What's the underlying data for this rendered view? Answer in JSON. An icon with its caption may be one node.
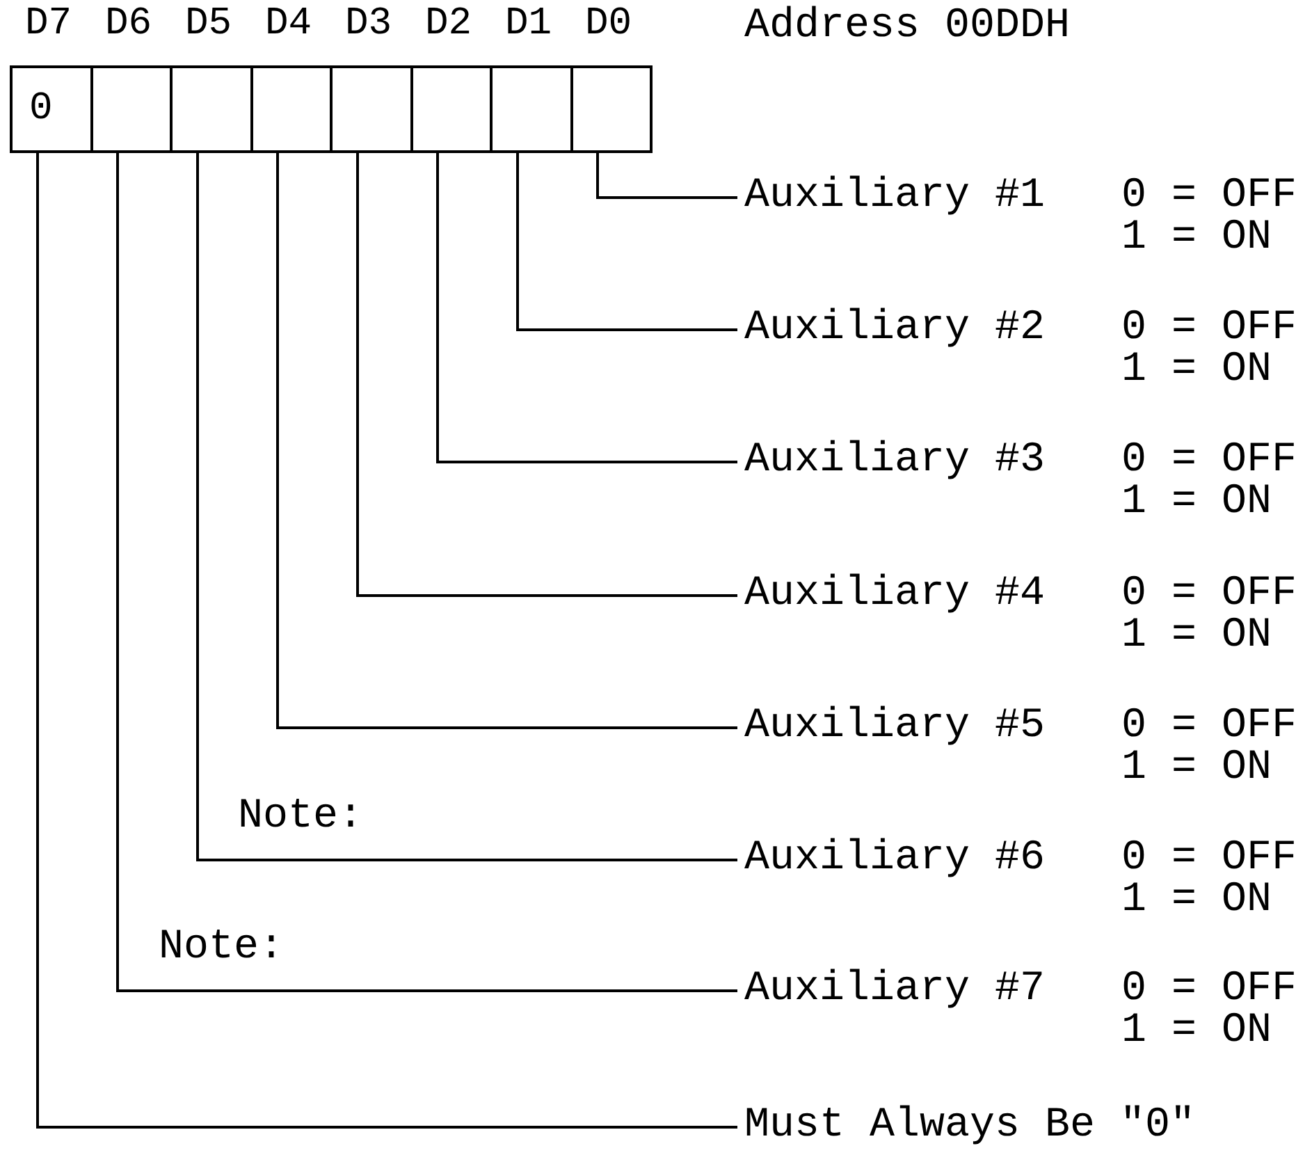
{
  "diagram": {
    "nodes": [
      {
        "text": [
          "0"
        ],
        "beside": [
          "D7"
        ]
      },
      {
        "text": [],
        "shape": "box",
        "beside": [
          "D6"
        ]
      },
      {
        "text": [],
        "shape": "box",
        "beside": [
          "D5"
        ]
      },
      {
        "text": [],
        "shape": "box",
        "beside": [
          "D4"
        ]
      },
      {
        "text": [],
        "shape": "box",
        "beside": [
          "D3"
        ]
      },
      {
        "text": [],
        "shape": "box",
        "beside": [
          "D2"
        ]
      },
      {
        "text": [],
        "shape": "box",
        "beside": [
          "D1"
        ]
      },
      {
        "text": [],
        "shape": "box",
        "beside": [
          "D0"
        ]
      },
      {
        "text": [
          "Auxiliary #1",
          "0 = OFF",
          "1 = ON"
        ]
      },
      {
        "text": [
          "Auxiliary #2",
          "0 = OFF",
          "1 = ON"
        ]
      },
      {
        "text": [
          "Auxiliary #3",
          "0 = OFF",
          "1 = ON"
        ]
      },
      {
        "text": [
          "Auxiliary #4",
          "0 = OFF",
          "1 = ON"
        ]
      },
      {
        "text": [
          "Auxiliary #5",
          "0 = OFF",
          "1 = ON"
        ]
      },
      {
        "text": [
          "Auxiliary #6",
          "0 = OFF",
          "1 = ON"
        ]
      },
      {
        "text": [
          "Auxiliary #7",
          "0 = OFF",
          "1 = ON"
        ]
      },
      {
        "text": [
          "Must Always Be \"0\""
        ]
      }
    ],
    "edges": [
      {
        "from": 7,
        "to": 8,
        "arrow": "none"
      },
      {
        "from": 6,
        "to": 9,
        "arrow": "none"
      },
      {
        "from": 5,
        "to": 10,
        "arrow": "none"
      },
      {
        "from": 4,
        "to": 11,
        "arrow": "none"
      },
      {
        "from": 3,
        "to": 12,
        "arrow": "none"
      },
      {
        "from": 2,
        "to": 13,
        "arrow": "none"
      },
      {
        "from": 1,
        "to": 14,
        "arrow": "none"
      },
      {
        "from": 0,
        "to": 15,
        "arrow": "none"
      }
    ],
    "labels": [
      "Address 00DDH",
      "Note:",
      "Note:"
    ]
  }
}
